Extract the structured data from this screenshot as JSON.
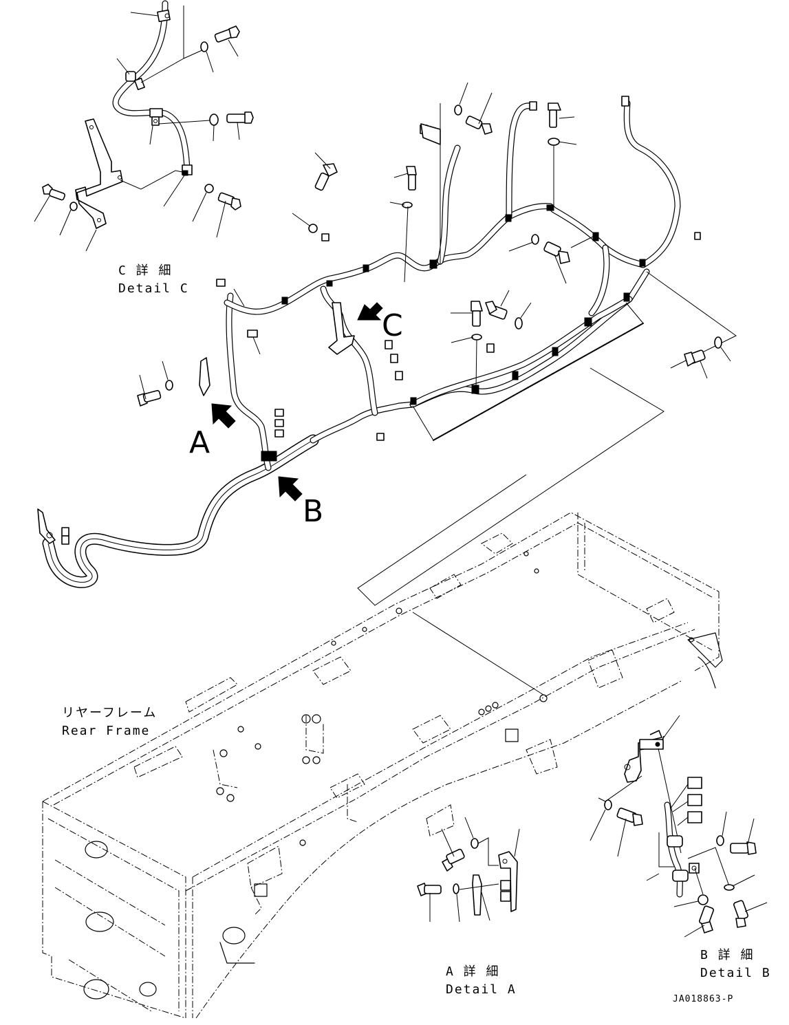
{
  "drawing": {
    "type": "exploded parts diagram",
    "subject": "Rear frame wiring harness installation",
    "drawing_number": "JA018863-P"
  },
  "callouts": {
    "A": "A",
    "B": "B",
    "C": "C"
  },
  "labels": {
    "detail_c": {
      "jp": "C 詳 細",
      "en": "Detail C"
    },
    "detail_a": {
      "jp": "A 詳 細",
      "en": "Detail A"
    },
    "detail_b": {
      "jp": "B 詳 細",
      "en": "Detail B"
    },
    "rear_frame": {
      "jp": "リヤーフレーム",
      "en": "Rear Frame"
    }
  },
  "components": [
    "wiring-harness",
    "clamp",
    "bolt",
    "washer",
    "bracket",
    "connector",
    "rear-frame"
  ]
}
